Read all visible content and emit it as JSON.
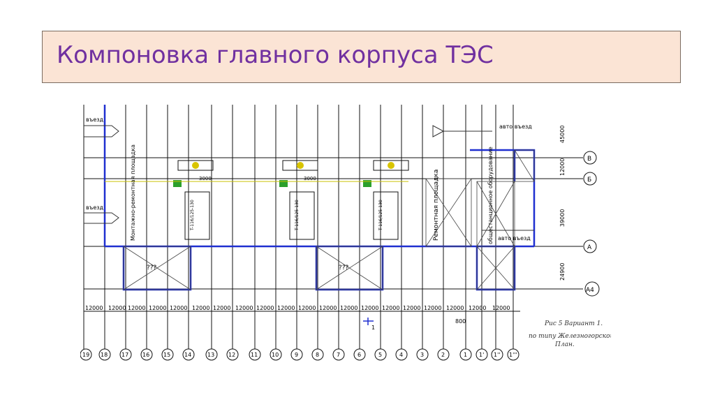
{
  "slide": {
    "title": "Компоновка главного корпуса ТЭС"
  },
  "plan": {
    "caption_lines": [
      "Рис 5 Вариант 1.",
      "по типу Железногорской",
      "План."
    ],
    "axis_letters": [
      "В",
      "Б",
      "А",
      "А4"
    ],
    "vertical_dims": [
      "45000",
      "12000",
      "39000",
      "24900"
    ],
    "bottom_dims": [
      "12000",
      "12000",
      "12000",
      "12000",
      "12000",
      "12000",
      "12000",
      "12000",
      "12000",
      "12000",
      "12000",
      "12000",
      "12000",
      "12000",
      "12000",
      "12000",
      "12000",
      "12000",
      "12000",
      "12000"
    ],
    "column_numbers": [
      "19",
      "18",
      "17",
      "16",
      "15",
      "14",
      "13",
      "12",
      "11",
      "10",
      "9",
      "8",
      "7",
      "6",
      "5",
      "4",
      "3",
      "2",
      "1",
      "1'",
      "1''",
      "1'''"
    ],
    "dim_800": "800",
    "section_mark": "1",
    "entry_label": "въезд",
    "auto_entry_label": "авто въезд",
    "room_labels": {
      "montage": "Монтажно-ремонтная площадка",
      "repair": "Ремонтная площадка",
      "common_station": "общестанционное оборудование"
    },
    "question_mark_label": "???",
    "unit_dim": "3000",
    "unit_spec": "T-116/125-130"
  },
  "colors": {
    "title": "#7030a0",
    "title_bg": "#fbe4d5",
    "wall_blue": "#1f2fd0",
    "drawing_line": "#111111",
    "equipment_green": "#2ca02c",
    "equipment_yellow": "#d8c400"
  }
}
